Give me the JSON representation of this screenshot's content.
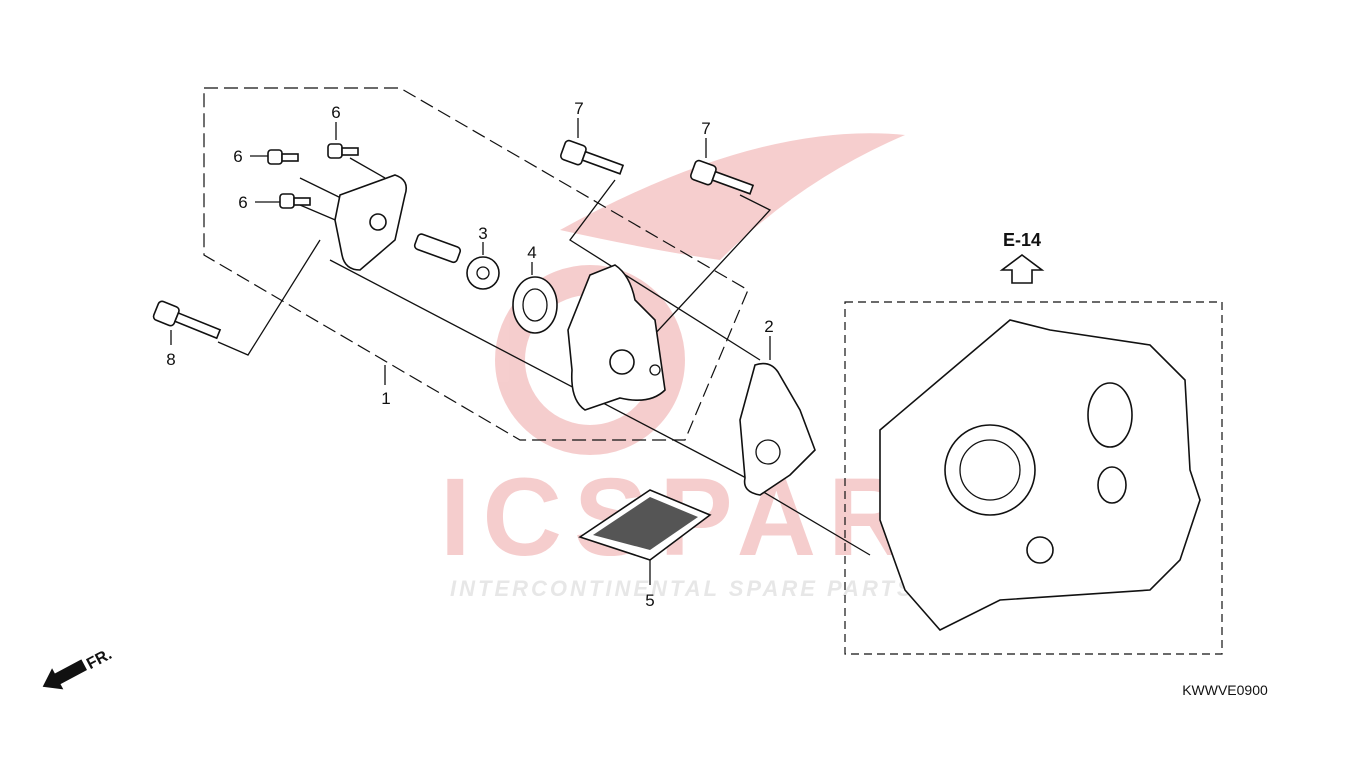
{
  "diagram": {
    "code": "KWWVE0900",
    "reference": "E-14",
    "front_marker": "FR.",
    "callouts": {
      "c1": "1",
      "c2": "2",
      "c3": "3",
      "c4": "4",
      "c5": "5",
      "c6a": "6",
      "c6b": "6",
      "c6c": "6",
      "c7a": "7",
      "c7b": "7",
      "c8": "8"
    }
  },
  "watermark": {
    "brand": "ICSPARTS",
    "tagline": "INTERCONTINENTAL SPARE PARTS",
    "color": "#e8a0a0"
  }
}
